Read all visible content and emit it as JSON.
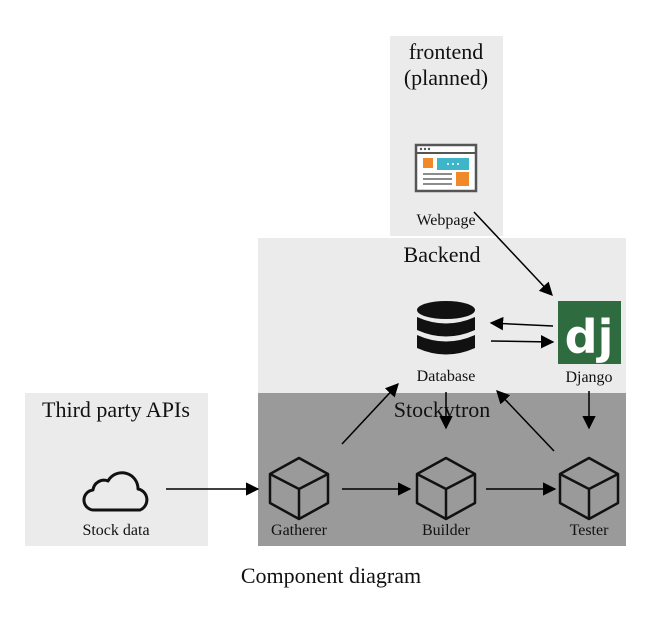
{
  "regions": {
    "frontend": {
      "title_line1": "frontend",
      "title_line2": "(planned)"
    },
    "backend": {
      "title": "Backend"
    },
    "third_party": {
      "title": "Third party APIs"
    },
    "stockytron": {
      "title": "Stockytron"
    }
  },
  "components": {
    "webpage": {
      "label": "Webpage"
    },
    "database": {
      "label": "Database"
    },
    "django": {
      "label": "Django",
      "logo_text": "dj"
    },
    "stock_data": {
      "label": "Stock data"
    },
    "gatherer": {
      "label": "Gatherer"
    },
    "builder": {
      "label": "Builder"
    },
    "tester": {
      "label": "Tester"
    }
  },
  "caption": "Component diagram",
  "colors": {
    "light_region": "#ebebeb",
    "stockytron_region": "#9a9a9a",
    "django_green": "#2e6b3e",
    "webpage_orange": "#f0892a",
    "webpage_cyan": "#3fb5c9"
  }
}
